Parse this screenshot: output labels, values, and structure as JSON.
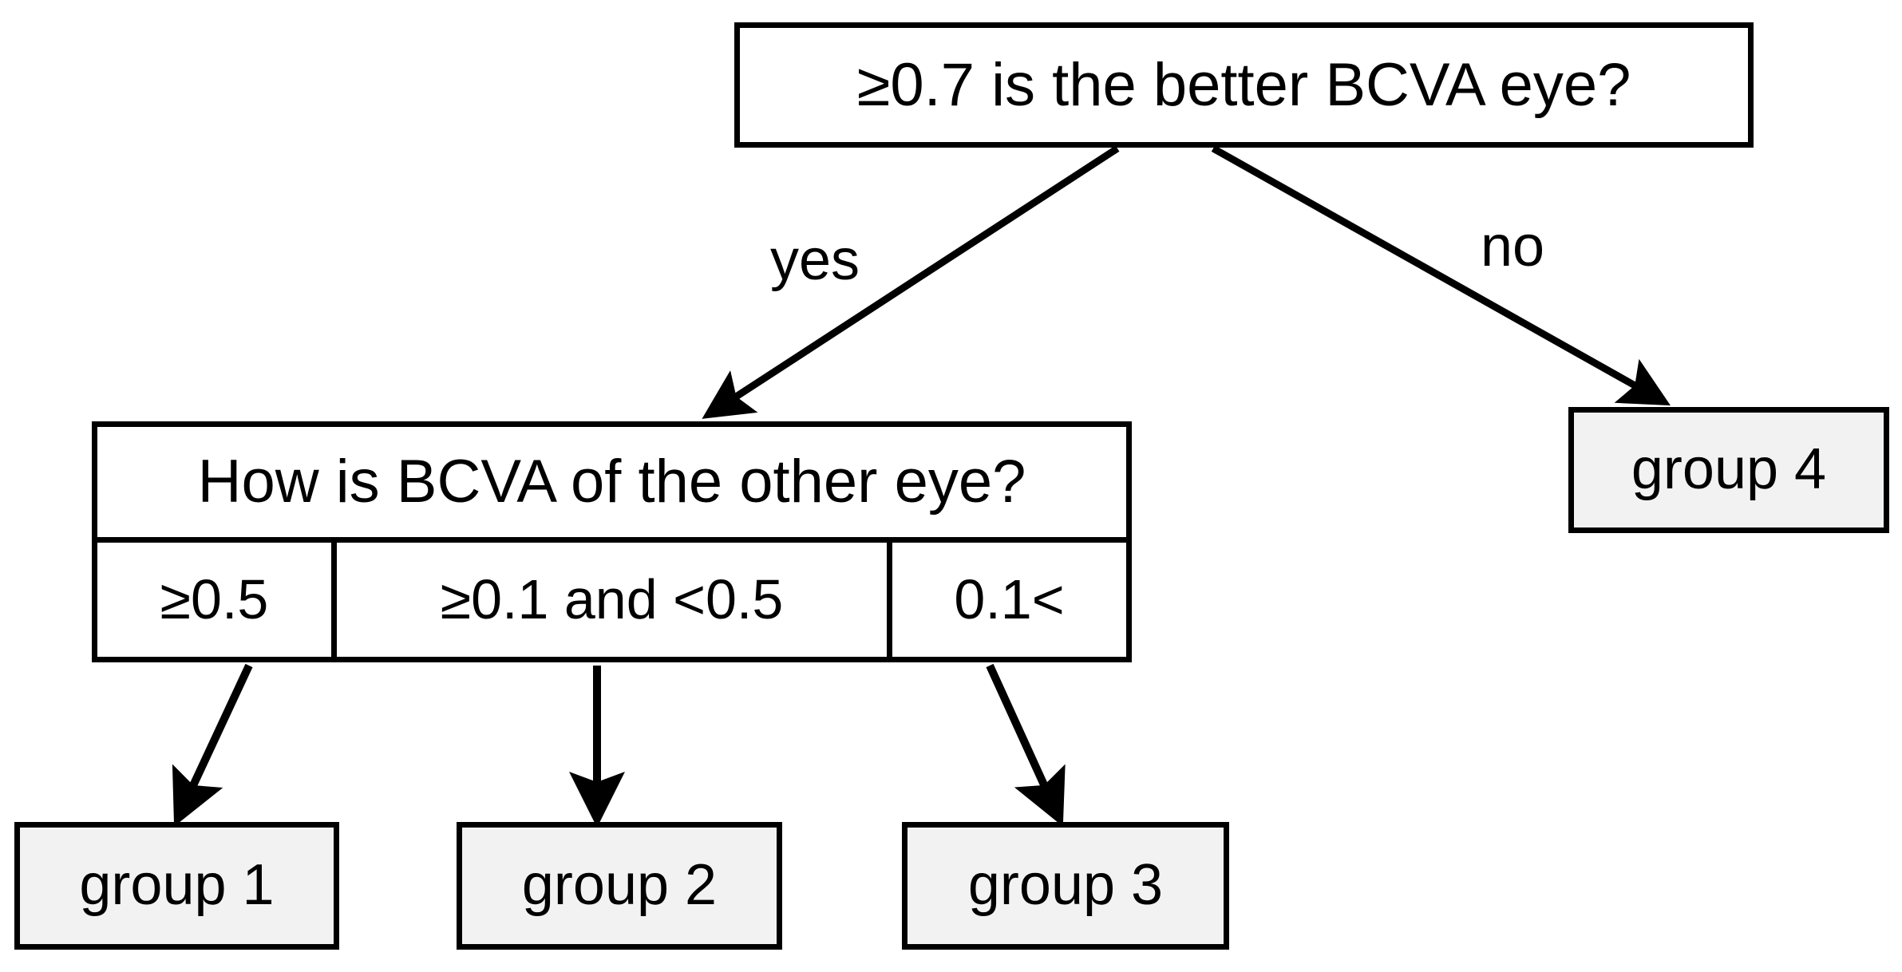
{
  "diagram": {
    "title": "BCVA visual-impairment group classification flowchart",
    "type": "decision-tree",
    "colors": {
      "node_border": "#000000",
      "decision_fill": "#ffffff",
      "leaf_fill": "#f2f2f2",
      "text": "#000000",
      "background": "#ffffff",
      "edge": "#000000"
    },
    "root": {
      "id": "root",
      "label": "≥0.7 is the better BCVA eye?",
      "shape": "rectangle",
      "fill": "#ffffff"
    },
    "branch_labels": {
      "yes": "yes",
      "no": "no"
    },
    "branch_node": {
      "id": "branch",
      "header": "How is BCVA of the other eye?",
      "shape": "rectangle",
      "fill": "#ffffff",
      "options": [
        {
          "id": "option-ge-0-5",
          "label": "≥0.5",
          "target": "group 1"
        },
        {
          "id": "option-ge-0-1-lt-0-5",
          "label": "≥0.1 and <0.5",
          "target": "group 2"
        },
        {
          "id": "option-lt-0-1",
          "label": "0.1<",
          "target": "group 3"
        }
      ]
    },
    "leaves": [
      {
        "id": "group-1",
        "label": "group 1",
        "fill": "#f2f2f2"
      },
      {
        "id": "group-2",
        "label": "group 2",
        "fill": "#f2f2f2"
      },
      {
        "id": "group-3",
        "label": "group 3",
        "fill": "#f2f2f2"
      },
      {
        "id": "group-4",
        "label": "group 4",
        "fill": "#f2f2f2"
      }
    ],
    "edges": [
      {
        "id": "edge-root-yes",
        "from": "root",
        "to": "branch",
        "label": "yes"
      },
      {
        "id": "edge-root-no",
        "from": "root",
        "to": "group-4",
        "label": "no"
      },
      {
        "id": "edge-opt1-group1",
        "from": "option-ge-0-5",
        "to": "group-1",
        "label": ""
      },
      {
        "id": "edge-opt2-group2",
        "from": "option-ge-0-1-lt-0-5",
        "to": "group-2",
        "label": ""
      },
      {
        "id": "edge-opt3-group3",
        "from": "option-lt-0-1",
        "to": "group-3",
        "label": ""
      }
    ]
  }
}
